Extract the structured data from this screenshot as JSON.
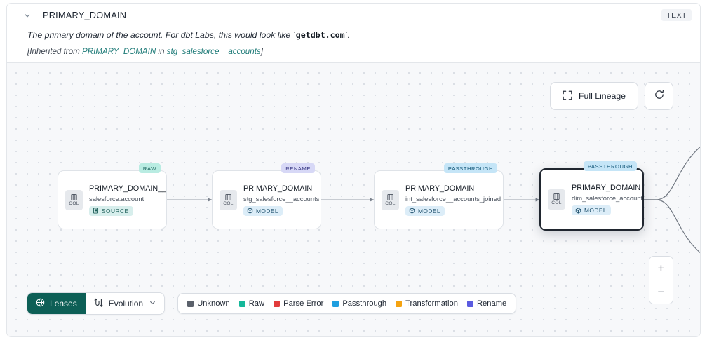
{
  "header": {
    "chevron_icon": "chevron-down-icon",
    "column_name": "PRIMARY_DOMAIN",
    "type_badge": "TEXT",
    "description_pre": "The primary domain of the account. For dbt Labs, this would look like `",
    "description_code": "getdbt.com",
    "description_post": "`.",
    "inherited_prefix": "[Inherited from ",
    "inherited_link1": "PRIMARY_DOMAIN",
    "inherited_mid": " in ",
    "inherited_link2": "stg_salesforce__accounts",
    "inherited_suffix": "]"
  },
  "toolbar": {
    "full_lineage_label": "Full Lineage",
    "full_lineage_icon": "expand-icon",
    "refresh_icon": "refresh-icon"
  },
  "zoom_controls": {
    "zoom_in_label": "+",
    "zoom_out_label": "−"
  },
  "graph": {
    "col_chip_label": "COL",
    "nodes": [
      {
        "id": "n1",
        "name": "PRIMARY_DOMAIN__C",
        "subtitle": "salesforce.account",
        "kind": "SOURCE",
        "kind_icon": "database-icon",
        "tag": "RAW",
        "tag_class": "raw",
        "selected": false
      },
      {
        "id": "n2",
        "name": "PRIMARY_DOMAIN",
        "subtitle": "stg_salesforce__accounts",
        "kind": "MODEL",
        "kind_icon": "cube-icon",
        "tag": "RENAME",
        "tag_class": "rename",
        "selected": false
      },
      {
        "id": "n3",
        "name": "PRIMARY_DOMAIN",
        "subtitle": "int_salesforce__accounts_joined",
        "kind": "MODEL",
        "kind_icon": "cube-icon",
        "tag": "PASSTHROUGH",
        "tag_class": "passthru",
        "selected": false
      },
      {
        "id": "n4",
        "name": "PRIMARY_DOMAIN",
        "subtitle": "dim_salesforce_accounts",
        "kind": "MODEL",
        "kind_icon": "cube-icon",
        "tag": "PASSTHROUGH",
        "tag_class": "passthru",
        "selected": true
      }
    ]
  },
  "bottom": {
    "lenses_label": "Lenses",
    "lenses_icon": "lens-icon",
    "evolution_label": "Evolution",
    "evolution_icon": "evolution-icon",
    "evolution_chevron": "chevron-down-icon",
    "legend": [
      {
        "label": "Unknown",
        "color": "#5b616b"
      },
      {
        "label": "Raw",
        "color": "#15b89a"
      },
      {
        "label": "Parse Error",
        "color": "#e23b3b"
      },
      {
        "label": "Passthrough",
        "color": "#1f9fe0"
      },
      {
        "label": "Transformation",
        "color": "#f5a310"
      },
      {
        "label": "Rename",
        "color": "#5b5be0"
      }
    ]
  }
}
